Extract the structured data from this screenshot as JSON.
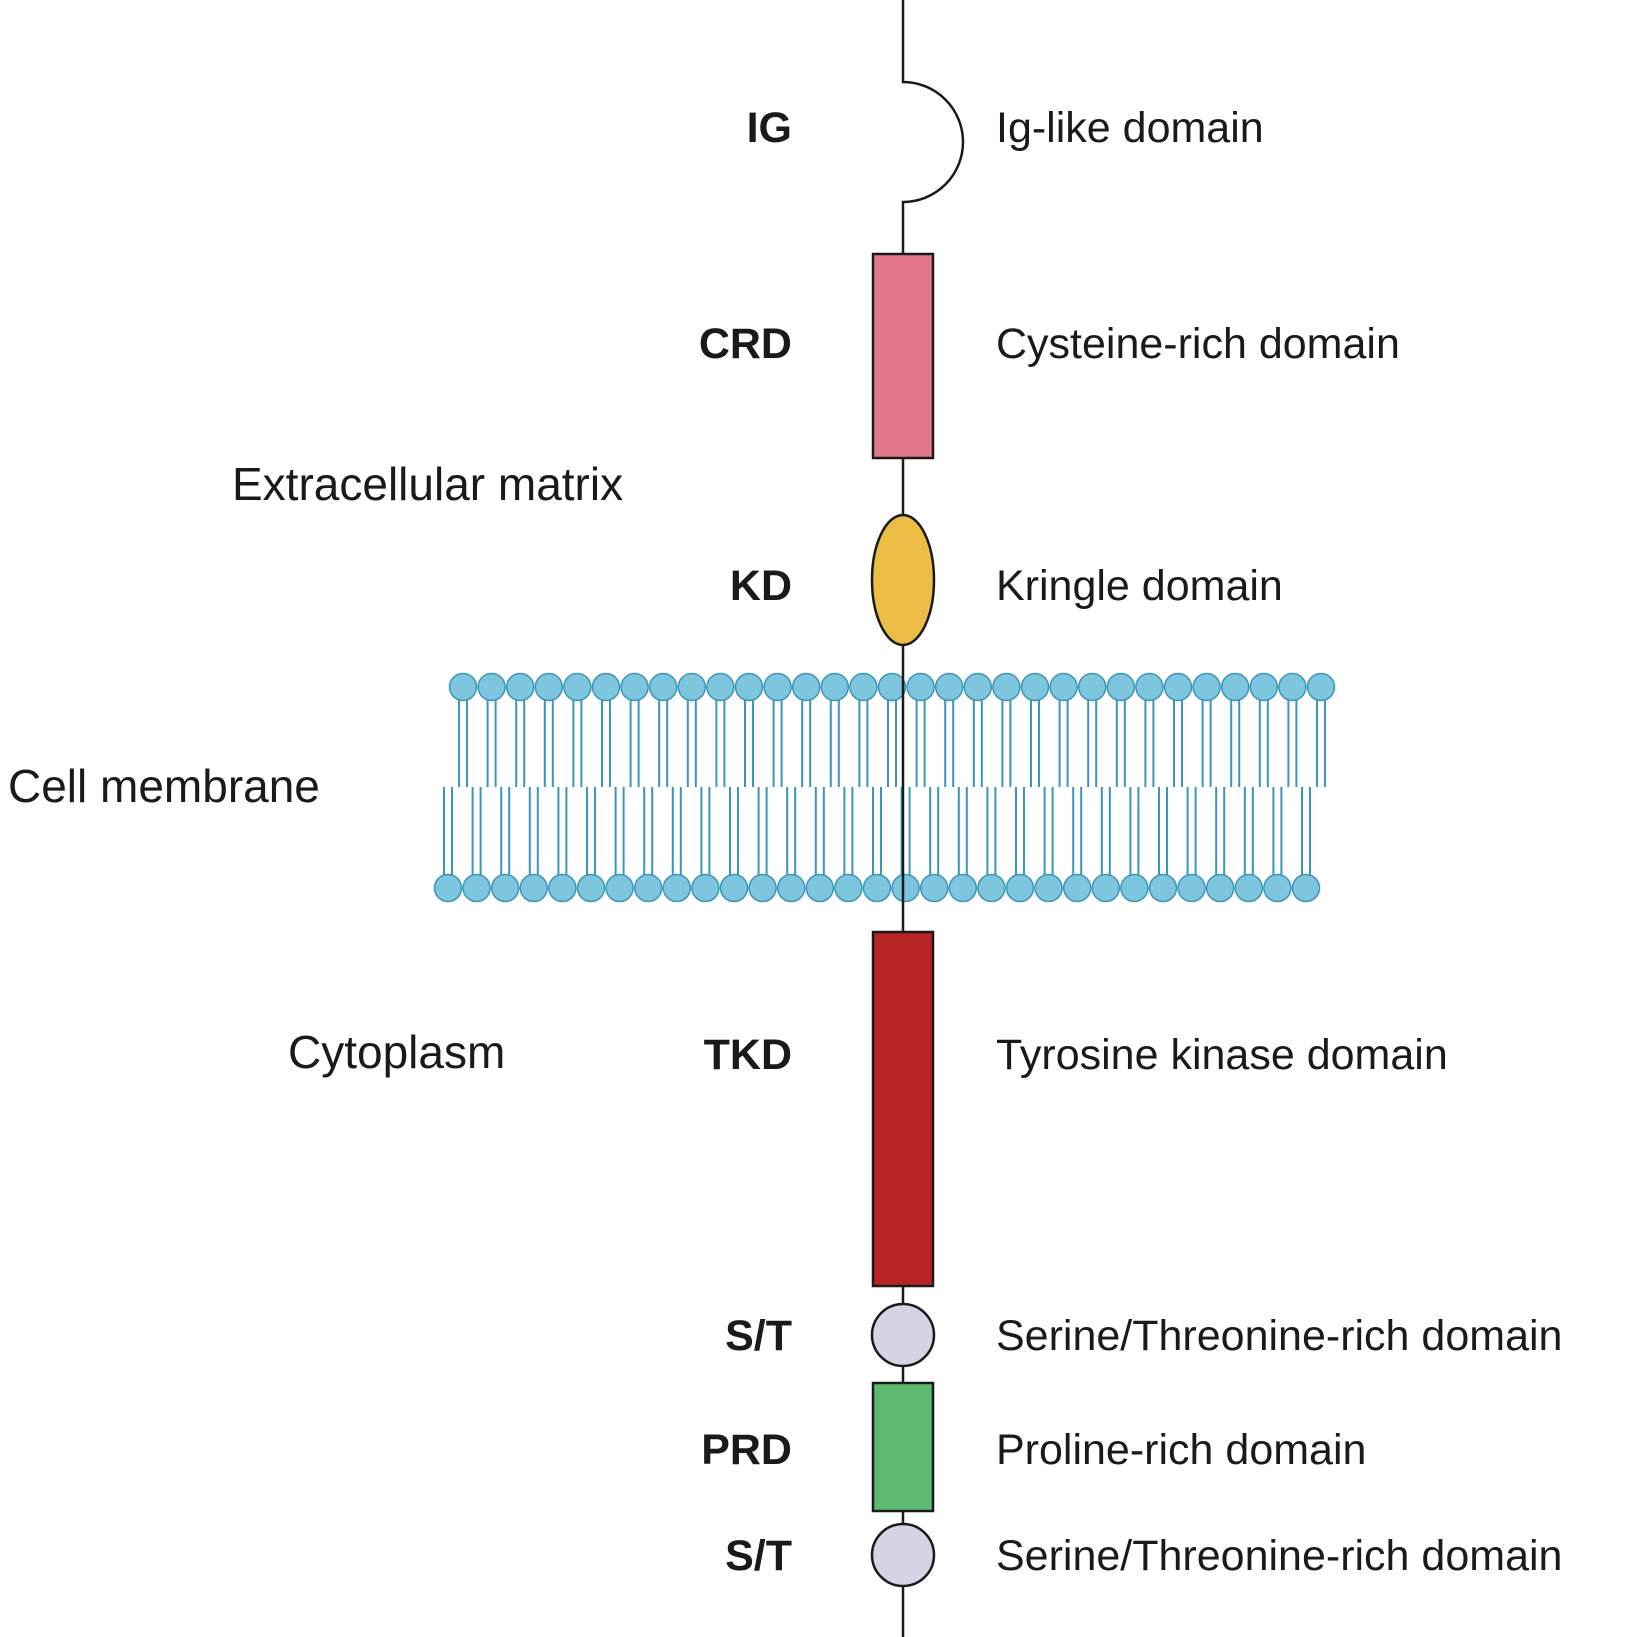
{
  "regions": {
    "extracellular": "Extracellular matrix",
    "membrane": "Cell membrane",
    "cytoplasm": "Cytoplasm"
  },
  "domains": [
    {
      "id": "ig",
      "abbr": "IG",
      "name": "Ig-like domain",
      "shape": "arc"
    },
    {
      "id": "crd",
      "abbr": "CRD",
      "name": "Cysteine-rich domain",
      "shape": "rect",
      "color": "#e3778b"
    },
    {
      "id": "kd",
      "abbr": "KD",
      "name": "Kringle domain",
      "shape": "ellipse",
      "color": "#ecbd45"
    },
    {
      "id": "tkd",
      "abbr": "TKD",
      "name": "Tyrosine kinase domain",
      "shape": "rect",
      "color": "#b82326"
    },
    {
      "id": "st1",
      "abbr": "S/T",
      "name": "Serine/Threonine-rich domain",
      "shape": "circle",
      "color": "#d4d4e4"
    },
    {
      "id": "prd",
      "abbr": "PRD",
      "name": "Proline-rich domain",
      "shape": "rect",
      "color": "#5cbb71"
    },
    {
      "id": "st2",
      "abbr": "S/T",
      "name": "Serine/Threonine-rich domain",
      "shape": "circle",
      "color": "#d4d4e4"
    }
  ],
  "colors": {
    "membrane_head": "#7ec5de",
    "membrane_head_stroke": "#3b96ba",
    "membrane_tail": "#3b96ba",
    "line": "#1a1a1a"
  }
}
